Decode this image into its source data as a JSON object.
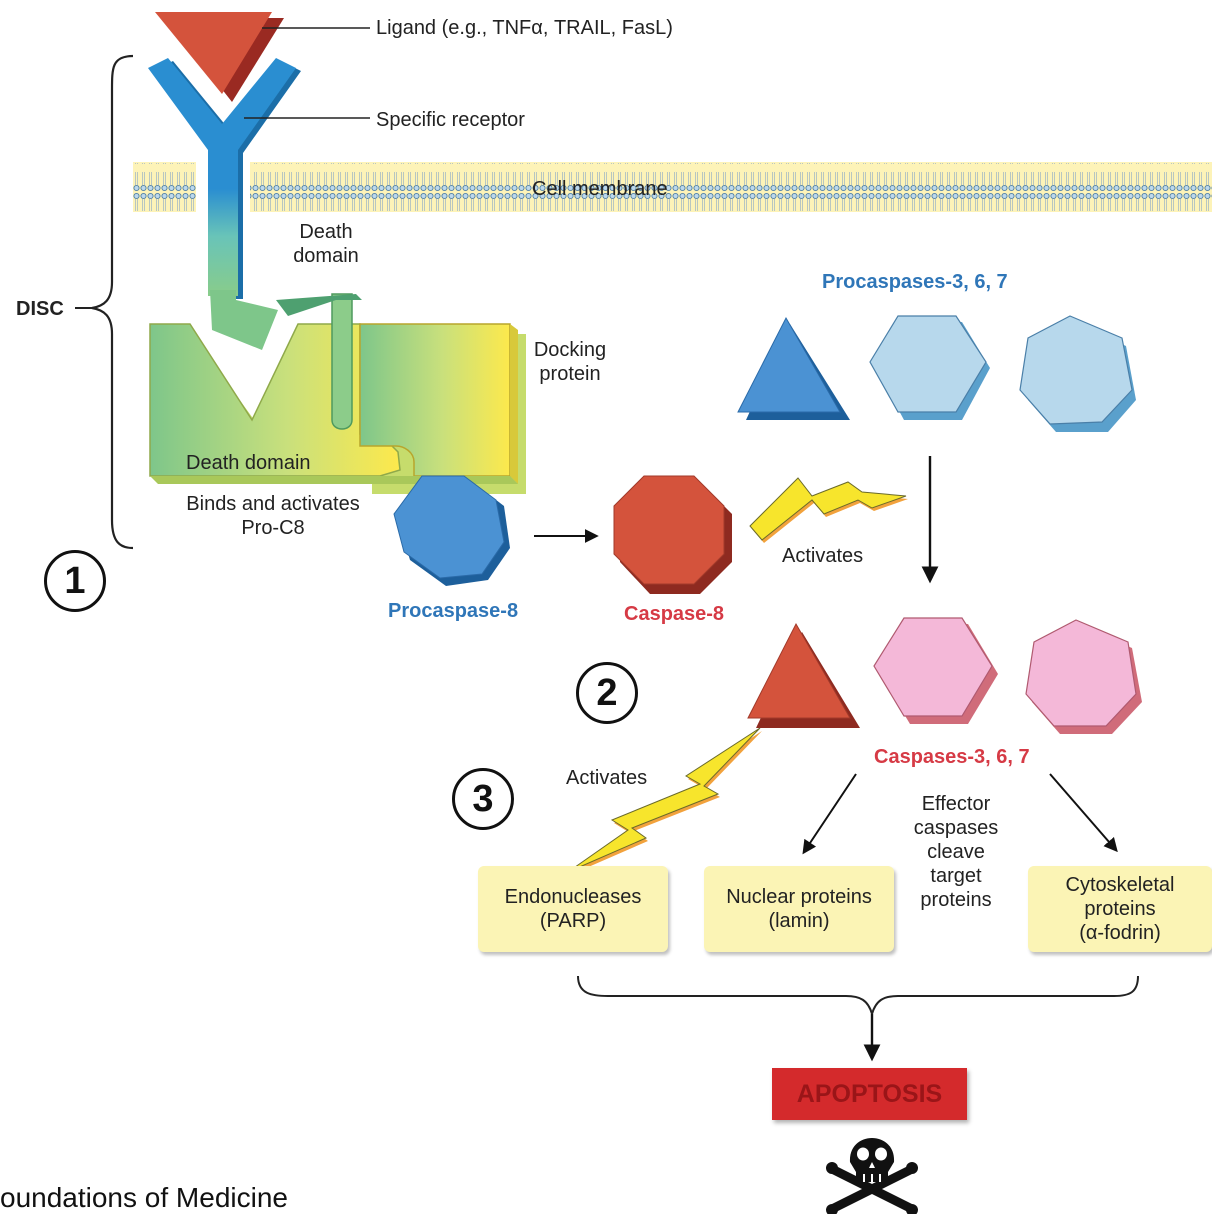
{
  "labels": {
    "ligand": "Ligand (e.g., TNFα, TRAIL, FasL)",
    "receptor": "Specific receptor",
    "membrane": "Cell membrane",
    "death_domain_top": "Death\ndomain",
    "disc": "DISC",
    "docking_protein": "Docking\nprotein",
    "death_domain_bottom": "Death domain",
    "binds_activates": "Binds and activates\nPro-C8",
    "procaspase_8": "Procaspase-8",
    "caspase_8": "Caspase-8",
    "procaspases_367": "Procaspases-3, 6, 7",
    "activates_1": "Activates",
    "caspases_367": "Caspases-3, 6, 7",
    "activates_2": "Activates",
    "effector_note": "Effector\ncaspases\ncleave\ntarget\nproteins",
    "apoptosis": "APOPTOSIS",
    "footer": "oundations of Medicine"
  },
  "steps": [
    "1",
    "2",
    "3"
  ],
  "targets": [
    {
      "label": "Endonucleases\n(PARP)"
    },
    {
      "label": "Nuclear proteins\n(lamin)"
    },
    {
      "label": "Cytoskeletal\nproteins\n(α-fodrin)"
    }
  ],
  "colors": {
    "ligand": "#d4533c",
    "receptor": "#2a8ed1",
    "procaspase": "#4b92d3",
    "pro_light": "#b7d8ec",
    "caspase_red": "#d4533c",
    "caspase_pink": "#f4b8d8",
    "target_box": "#fbf4b5",
    "apoptosis": "#d42a2c",
    "label_blue": "#2f76b8",
    "label_red": "#d63a45"
  },
  "icons": [
    "skull-crossbones-icon",
    "lightning-bolt-icon"
  ]
}
